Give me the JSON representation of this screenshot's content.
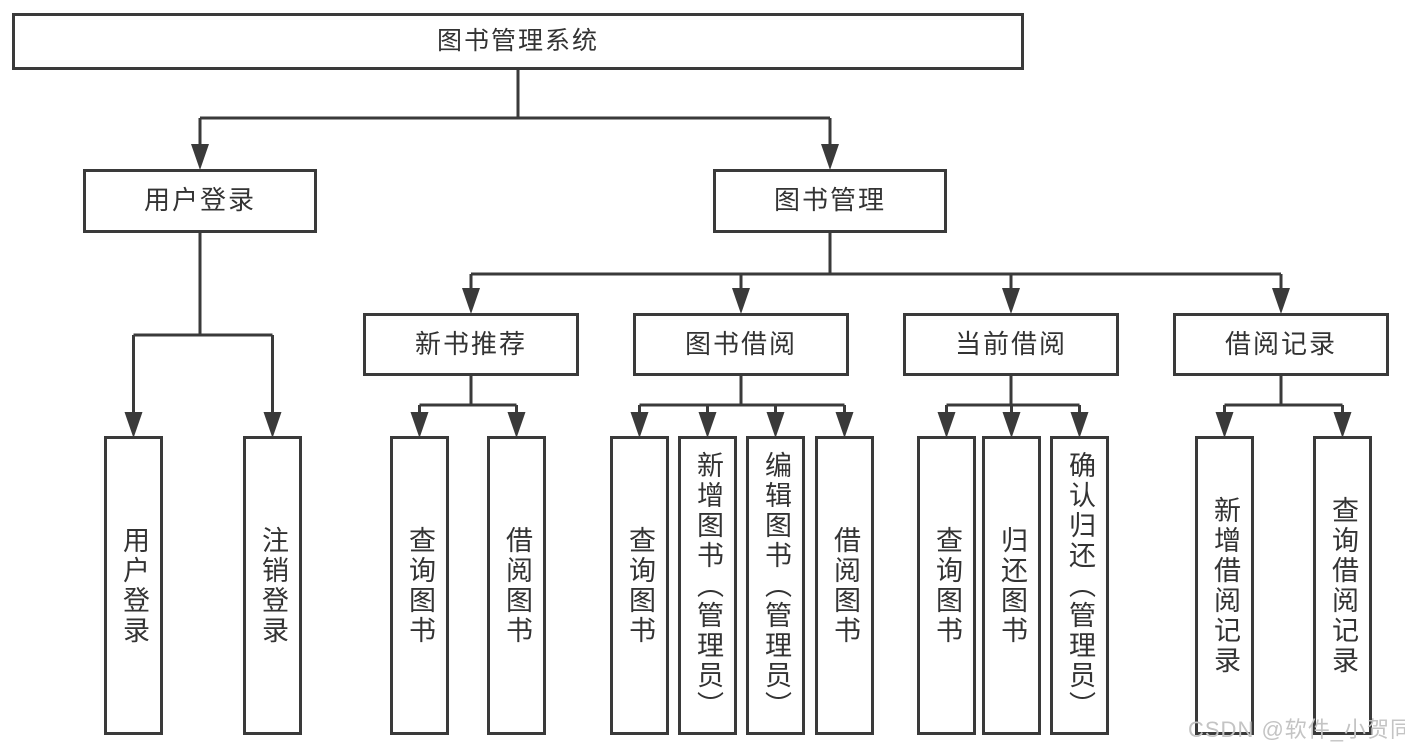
{
  "diagram": {
    "root": {
      "label": "图书管理系统"
    },
    "level1": [
      {
        "label": "用户登录"
      },
      {
        "label": "图书管理"
      }
    ],
    "level2": [
      {
        "label": "新书推荐"
      },
      {
        "label": "图书借阅"
      },
      {
        "label": "当前借阅"
      },
      {
        "label": "借阅记录"
      }
    ],
    "leaves": [
      {
        "label": "用户登录"
      },
      {
        "label": "注销登录"
      },
      {
        "label": "查询图书"
      },
      {
        "label": "借阅图书"
      },
      {
        "label": "查询图书"
      },
      {
        "label": "新增图书（管理员）"
      },
      {
        "label": "编辑图书（管理员）"
      },
      {
        "label": "借阅图书"
      },
      {
        "label": "查询图书"
      },
      {
        "label": "归还图书"
      },
      {
        "label": "确认归还（管理员）"
      },
      {
        "label": "新增借阅记录"
      },
      {
        "label": "查询借阅记录"
      }
    ]
  },
  "watermark": {
    "text": "CSDN @软件_小贺同学"
  },
  "colors": {
    "line": "#3a3a3a",
    "box_border": "#3a3a3a",
    "text": "#333333",
    "watermark": "#c4c4c4",
    "background": "#ffffff"
  }
}
